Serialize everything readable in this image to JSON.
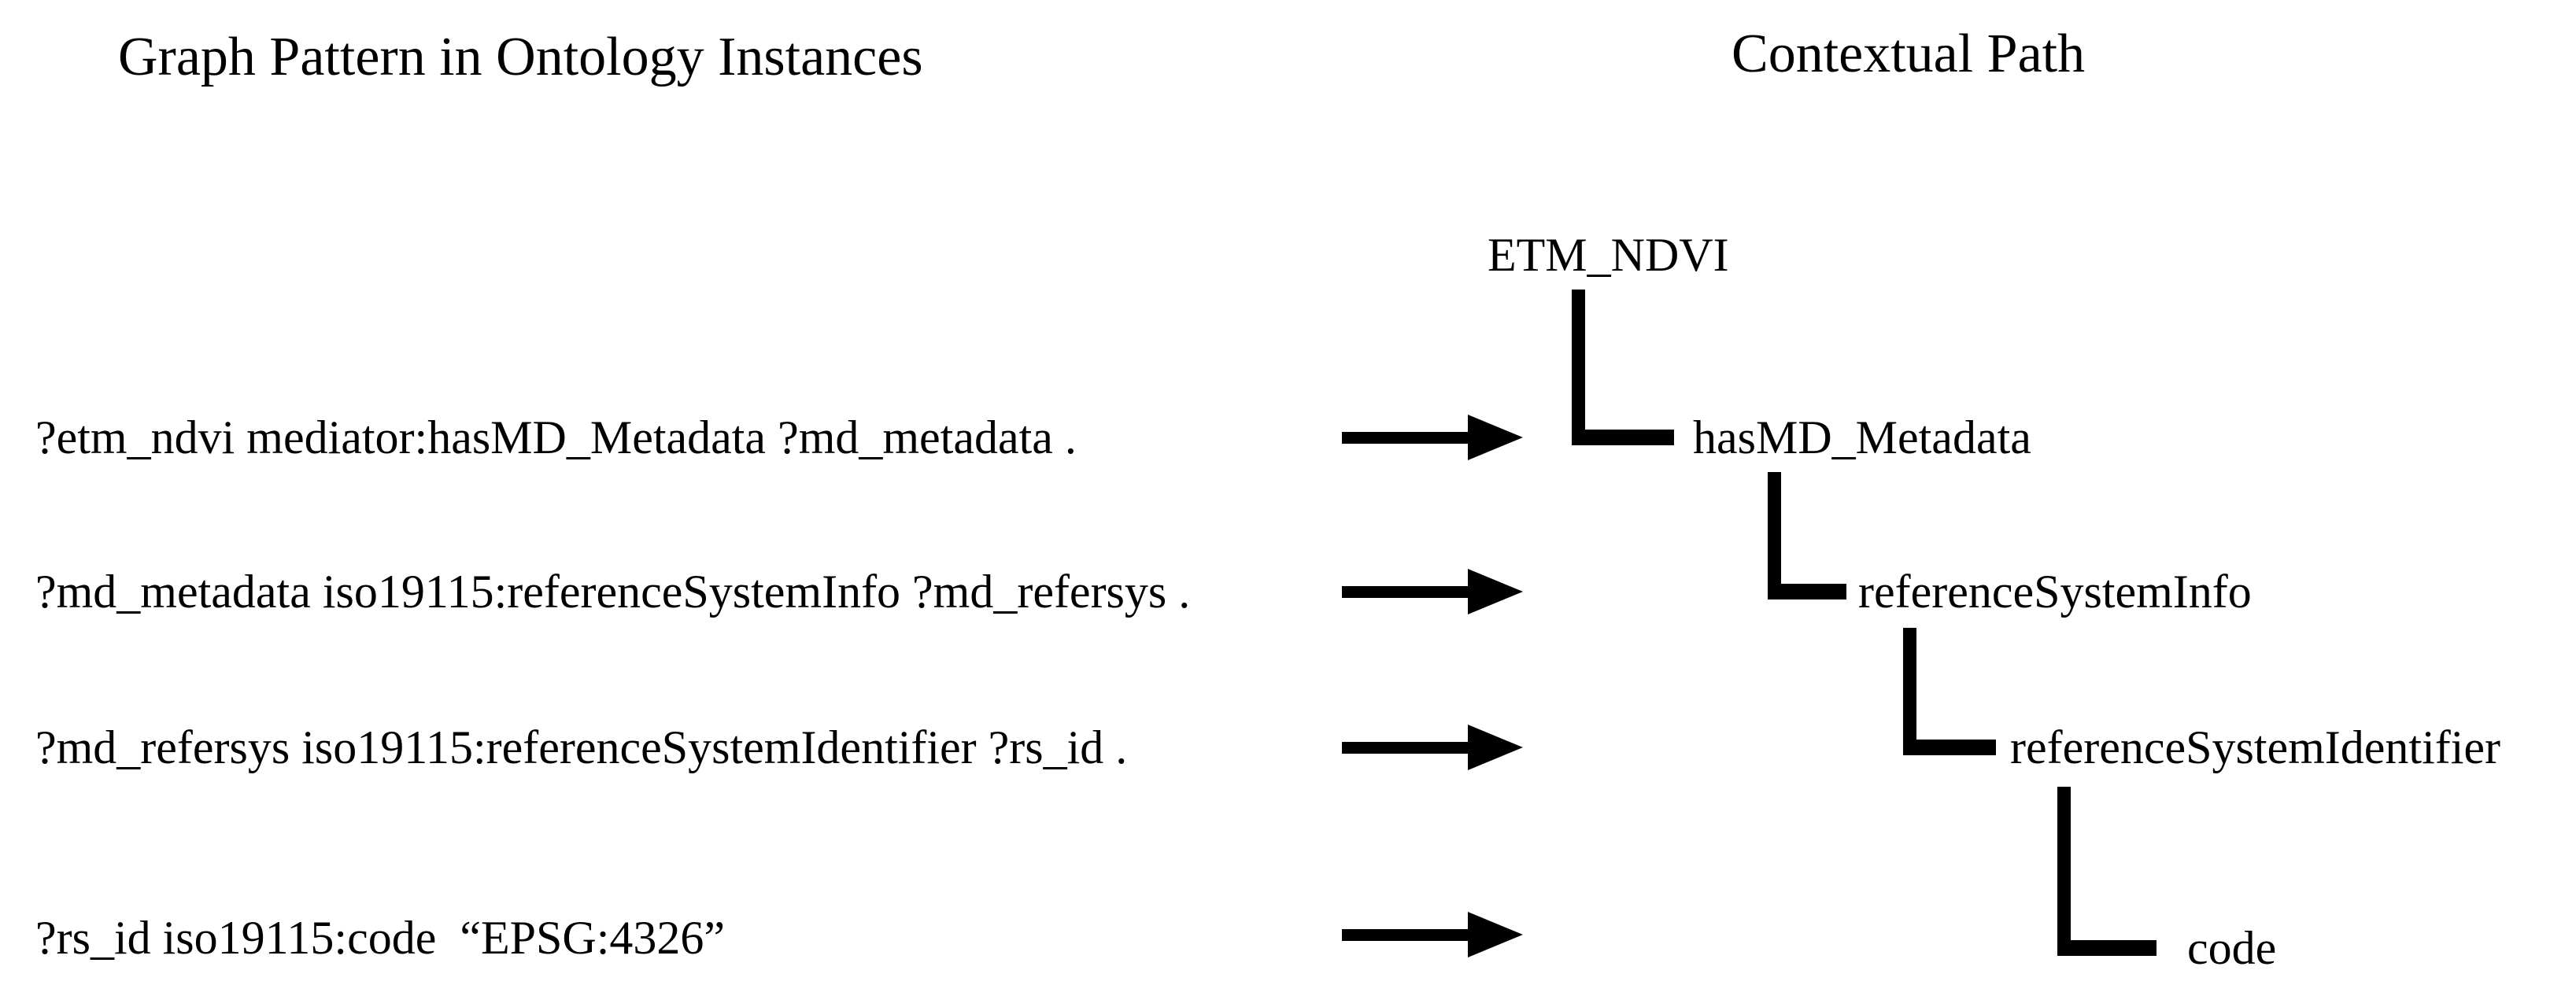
{
  "page": {
    "background_color": "#ffffff",
    "foreground_color": "#000000"
  },
  "titles": {
    "left": "Graph Pattern in Ontology Instances",
    "right": "Contextual Path"
  },
  "graph_pattern": {
    "lines": [
      "?etm_ndvi mediator:hasMD_Metadata ?md_metadata .",
      "?md_metadata iso19115:referenceSystemInfo ?md_refersys .",
      "?md_refersys iso19115:referenceSystemIdentifier ?rs_id .",
      "?rs_id iso19115:code  “EPSG:4326”"
    ]
  },
  "contextual_path": {
    "root": "ETM_NDVI",
    "nodes": [
      "hasMD_Metadata",
      "referenceSystemInfo",
      "referenceSystemIdentifier",
      "code"
    ]
  },
  "icons": {
    "arrow": "right-arrow"
  }
}
